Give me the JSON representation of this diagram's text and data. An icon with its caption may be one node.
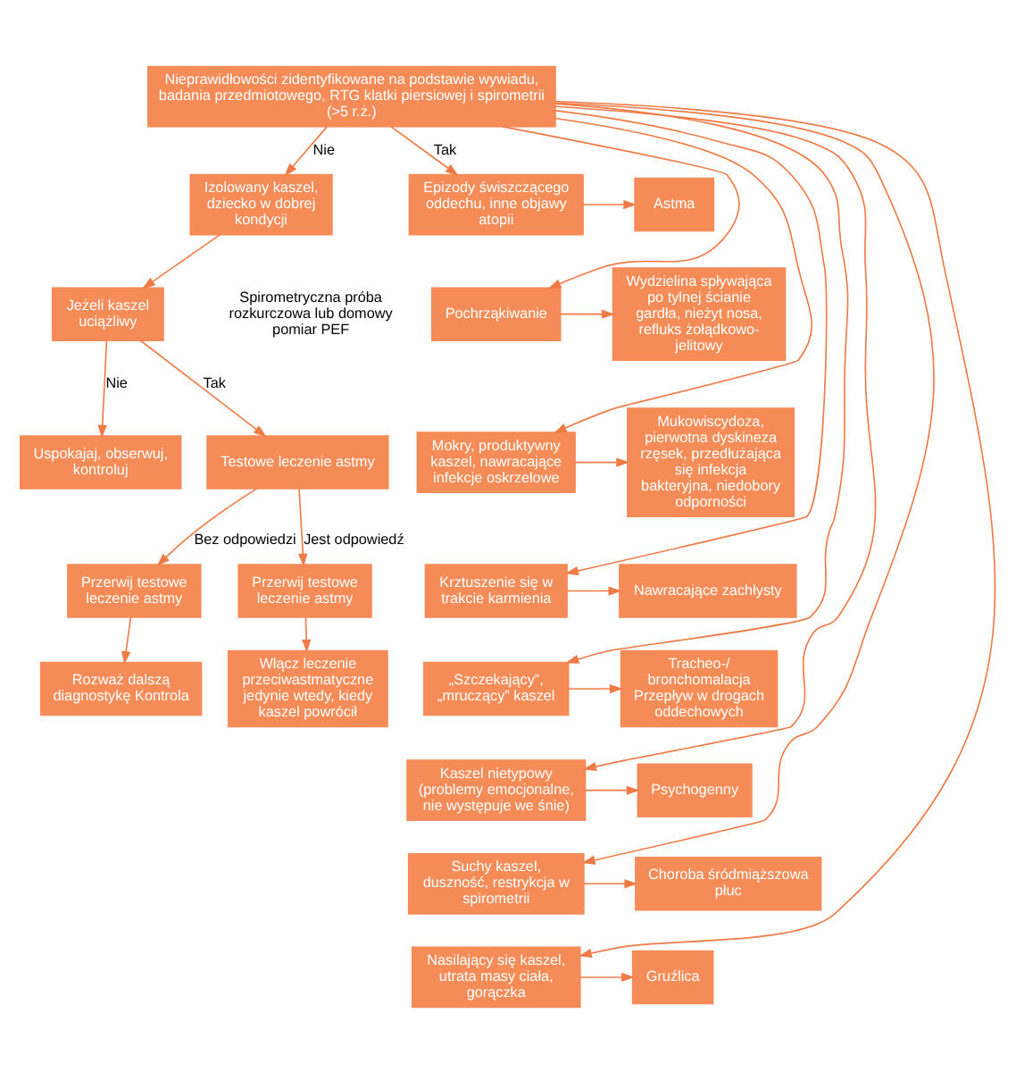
{
  "diagram": {
    "nodes": [
      {
        "text": [
          "Nieprawidłowości zidentyfikowane na podstawie wywiadu, badania przedmiotowego, RTG klatki piersiowej i spirometrii (>5 r.ż.)"
        ]
      },
      {
        "text": [
          "Izolowany kaszel, dziecko w dobrej kondycji"
        ]
      },
      {
        "text": [
          "Jeżeli kaszel uciążliwy"
        ]
      },
      {
        "text": [
          "Uspokajaj, obserwuj, kontroluj"
        ]
      },
      {
        "text": [
          "Testowe leczenie astmy"
        ]
      },
      {
        "text": [
          "Przerwij testowe leczenie astmy"
        ]
      },
      {
        "text": [
          "Przerwij testowe leczenie astmy"
        ]
      },
      {
        "text": [
          "Rozważ dalszą diagnostykę Kontrola"
        ]
      },
      {
        "text": [
          "Włącz leczenie przeciwastmatyczne jedynie wtedy, kiedy kaszel powrócił"
        ]
      },
      {
        "text": [
          "Epizody świszczącego oddechu, inne objawy atopii"
        ]
      },
      {
        "text": [
          "Astma"
        ]
      },
      {
        "text": [
          "Pochrząkiwanie"
        ]
      },
      {
        "text": [
          "Wydzielina spływająca po tylnej ścianie gardła, nieżyt nosa, refluks żołądkowo-jelitowy"
        ]
      },
      {
        "text": [
          "Mokry, produktywny kaszel, nawracające infekcje oskrzelowe"
        ]
      },
      {
        "text": [
          "Mukowiscydoza, pierwotna dyskineza rzęsek, przedłużająca się infekcja bakteryjna, niedobory odporności"
        ]
      },
      {
        "text": [
          "Krztuszenie się w trakcie karmienia"
        ]
      },
      {
        "text": [
          "Nawracające zachłysty"
        ]
      },
      {
        "text": [
          "„Szczekający”, „mruczący” kaszel"
        ]
      },
      {
        "text": [
          "Tracheo-/ bronchomalacja Przepływ w drogach oddechowych"
        ]
      },
      {
        "text": [
          "Kaszel nietypowy (problemy emocjonalne, nie występuje we śnie)"
        ]
      },
      {
        "text": [
          "Psychogenny"
        ]
      },
      {
        "text": [
          "Suchy kaszel, duszność, restrykcja w spirometrii"
        ]
      },
      {
        "text": [
          "Choroba śródmiąższowa płuc"
        ]
      },
      {
        "text": [
          "Nasilający się kaszel, utrata masy ciała, gorączka"
        ]
      },
      {
        "text": [
          "Gruźlica"
        ]
      }
    ],
    "edges": [
      {
        "from": 0,
        "to": 1,
        "arrow": "to",
        "label": "Nie"
      },
      {
        "from": 0,
        "to": 9,
        "arrow": "to",
        "label": "Tak"
      },
      {
        "from": 0,
        "to": 11,
        "arrow": "to"
      },
      {
        "from": 0,
        "to": 13,
        "arrow": "to"
      },
      {
        "from": 0,
        "to": 15,
        "arrow": "to"
      },
      {
        "from": 0,
        "to": 17,
        "arrow": "to"
      },
      {
        "from": 0,
        "to": 19,
        "arrow": "to"
      },
      {
        "from": 0,
        "to": 21,
        "arrow": "to"
      },
      {
        "from": 0,
        "to": 23,
        "arrow": "to"
      },
      {
        "from": 1,
        "to": 2,
        "arrow": "to"
      },
      {
        "from": 2,
        "to": 3,
        "arrow": "to",
        "label": "Nie"
      },
      {
        "from": 2,
        "to": 4,
        "arrow": "to",
        "label": "Tak"
      },
      {
        "from": 4,
        "to": 5,
        "arrow": "to",
        "label": "Bez odpowiedzi"
      },
      {
        "from": 4,
        "to": 6,
        "arrow": "to",
        "label": "Jest odpowiedź"
      },
      {
        "from": 5,
        "to": 7,
        "arrow": "to"
      },
      {
        "from": 6,
        "to": 8,
        "arrow": "to"
      },
      {
        "from": 9,
        "to": 10,
        "arrow": "to"
      },
      {
        "from": 11,
        "to": 12,
        "arrow": "to"
      },
      {
        "from": 13,
        "to": 14,
        "arrow": "to"
      },
      {
        "from": 15,
        "to": 16,
        "arrow": "to"
      },
      {
        "from": 17,
        "to": 18,
        "arrow": "to"
      },
      {
        "from": 19,
        "to": 20,
        "arrow": "to"
      },
      {
        "from": 21,
        "to": 22,
        "arrow": "to"
      },
      {
        "from": 23,
        "to": 24,
        "arrow": "to"
      }
    ],
    "labels": [
      "Spirometryczna próba rozkurczowa lub domowy pomiar PEF"
    ]
  }
}
